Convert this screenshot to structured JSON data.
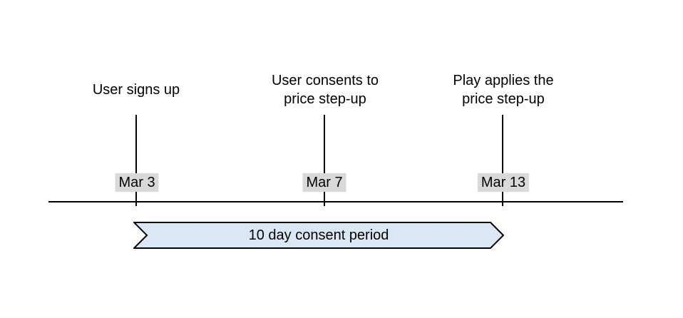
{
  "diagram": {
    "type": "timeline",
    "events": [
      {
        "label": "User signs up",
        "date": "Mar 3"
      },
      {
        "label": "User consents to\nprice step-up",
        "date": "Mar 7"
      },
      {
        "label": "Play applies the\nprice step-up",
        "date": "Mar 13"
      }
    ],
    "period": {
      "label": "10 day consent period",
      "start_date": "Mar 3",
      "end_date": "Mar 13",
      "fill_color": "#dae8f6",
      "border_color": "#000000"
    },
    "colors": {
      "background": "#ffffff",
      "axis_line": "#000000",
      "text": "#000000",
      "date_badge_background": "#d9d9d9"
    }
  }
}
